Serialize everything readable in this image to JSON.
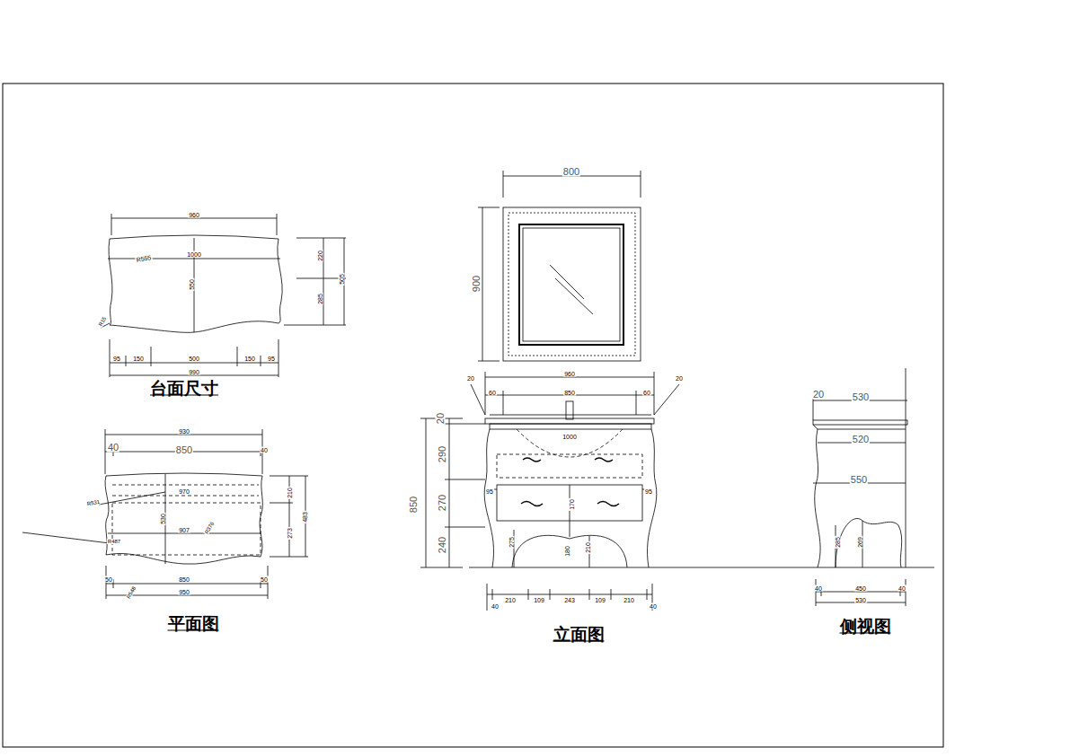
{
  "diagram": {
    "labels": [
      "960",
      "R555",
      "1000",
      "550",
      "220",
      "285",
      "505",
      "R15",
      "95",
      "150",
      "500",
      "150",
      "95",
      "990",
      "台面尺寸",
      "930",
      "40",
      "850",
      "40",
      "970",
      "R531",
      "530",
      "907",
      "R487",
      "R376",
      "210",
      "483",
      "273",
      "R548",
      "850",
      "50",
      "50",
      "950",
      "平面图",
      "800",
      "900",
      "960",
      "20",
      "20",
      "60",
      "850",
      "60",
      "20",
      "1000",
      "290",
      "270",
      "240",
      "850",
      "95",
      "95",
      "170",
      "275",
      "180",
      "210",
      "210",
      "109",
      "243",
      "109",
      "210",
      "40",
      "40",
      "立面图",
      "20",
      "530",
      "520",
      "550",
      "285",
      "269",
      "40",
      "450",
      "40",
      "530",
      "侧视图"
    ]
  }
}
